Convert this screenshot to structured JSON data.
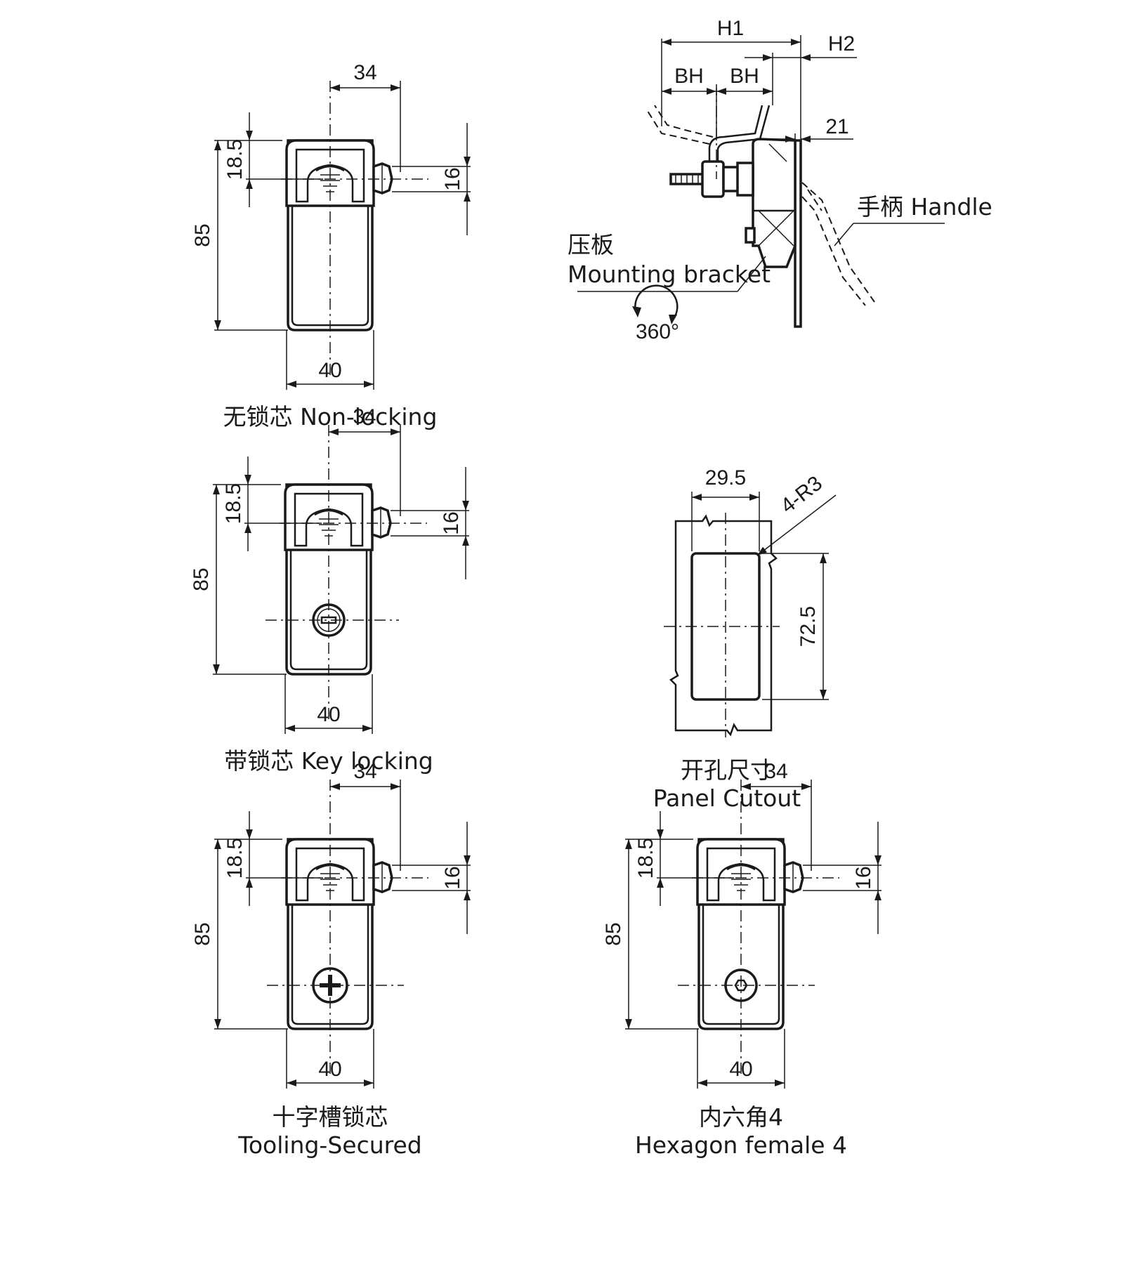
{
  "views": {
    "non_locking": {
      "dims": {
        "width_top": "34",
        "height": "85",
        "top_offset": "18.5",
        "side": "16",
        "width_bottom": "40"
      },
      "caption_cn": "无锁芯 Non-locking",
      "caption_en": ""
    },
    "key_locking": {
      "dims": {
        "width_top": "34",
        "height": "85",
        "top_offset": "18.5",
        "side": "16",
        "width_bottom": "40"
      },
      "caption_cn": "带锁芯 Key locking",
      "caption_en": ""
    },
    "tooling_secured": {
      "dims": {
        "width_top": "34",
        "height": "85",
        "top_offset": "18.5",
        "side": "16",
        "width_bottom": "40"
      },
      "caption_cn": "十字槽锁芯",
      "caption_en": "Tooling-Secured"
    },
    "hexagon": {
      "dims": {
        "width_top": "34",
        "height": "85",
        "top_offset": "18.5",
        "side": "16",
        "width_bottom": "40"
      },
      "caption_cn": "内六角4",
      "caption_en": "Hexagon female 4"
    }
  },
  "side_view": {
    "h1": "H1",
    "h2": "H2",
    "bh_left": "BH",
    "bh_right": "BH",
    "dim_21": "21",
    "handle_label": "手柄 Handle",
    "bracket_cn": "压板",
    "bracket_en": "Mounting bracket",
    "rotation": "360°"
  },
  "cutout": {
    "width": "29.5",
    "radius": "4-R3",
    "height": "72.5",
    "caption_cn": "开孔尺寸",
    "caption_en": "Panel Cutout"
  }
}
